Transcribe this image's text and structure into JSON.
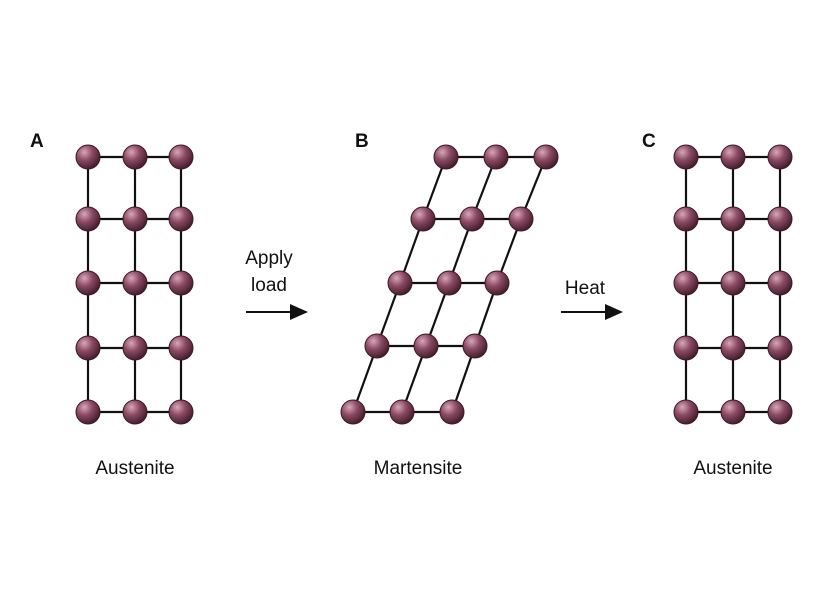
{
  "panels": [
    {
      "label": "A",
      "caption": "Austenite",
      "state": "cubic"
    },
    {
      "label": "B",
      "caption": "Martensite",
      "state": "sheared"
    },
    {
      "label": "C",
      "caption": "Austenite",
      "state": "cubic"
    }
  ],
  "arrows": [
    {
      "line1": "Apply",
      "line2": "load"
    },
    {
      "line1": "Heat"
    }
  ],
  "lattice": {
    "rows": 5,
    "cols": 3
  },
  "colors": {
    "atom": "#8a4a63",
    "atom_highlight": "#d9a6b8",
    "atom_shadow": "#3e1a28",
    "bond": "#111111"
  }
}
